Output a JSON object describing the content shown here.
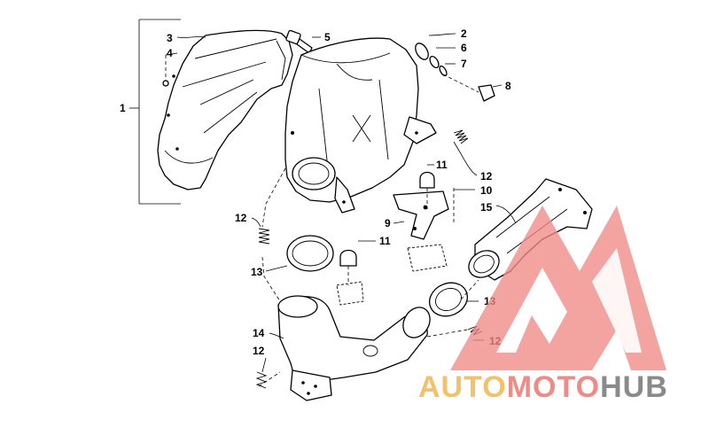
{
  "callouts": [
    {
      "id": "c1",
      "text": "1"
    },
    {
      "id": "c2",
      "text": "2"
    },
    {
      "id": "c3",
      "text": "3"
    },
    {
      "id": "c4",
      "text": "4"
    },
    {
      "id": "c5",
      "text": "5"
    },
    {
      "id": "c6",
      "text": "6"
    },
    {
      "id": "c7",
      "text": "7"
    },
    {
      "id": "c8",
      "text": "8"
    },
    {
      "id": "c9",
      "text": "9"
    },
    {
      "id": "c10",
      "text": "10"
    },
    {
      "id": "c11a",
      "text": "11"
    },
    {
      "id": "c11b",
      "text": "11"
    },
    {
      "id": "c12a",
      "text": "12"
    },
    {
      "id": "c12b",
      "text": "12"
    },
    {
      "id": "c12c",
      "text": "12"
    },
    {
      "id": "c12d",
      "text": "12"
    },
    {
      "id": "c13a",
      "text": "13"
    },
    {
      "id": "c13b",
      "text": "13"
    },
    {
      "id": "c14",
      "text": "14"
    },
    {
      "id": "c15",
      "text": "15"
    }
  ],
  "watermark": {
    "part1": "AUTO",
    "part2": "MOTO",
    "part3": "HUB",
    "color1": "#f3c16b",
    "color2": "#f08a86",
    "color3": "#8a8a8a",
    "logo_color": "#f08a86"
  }
}
